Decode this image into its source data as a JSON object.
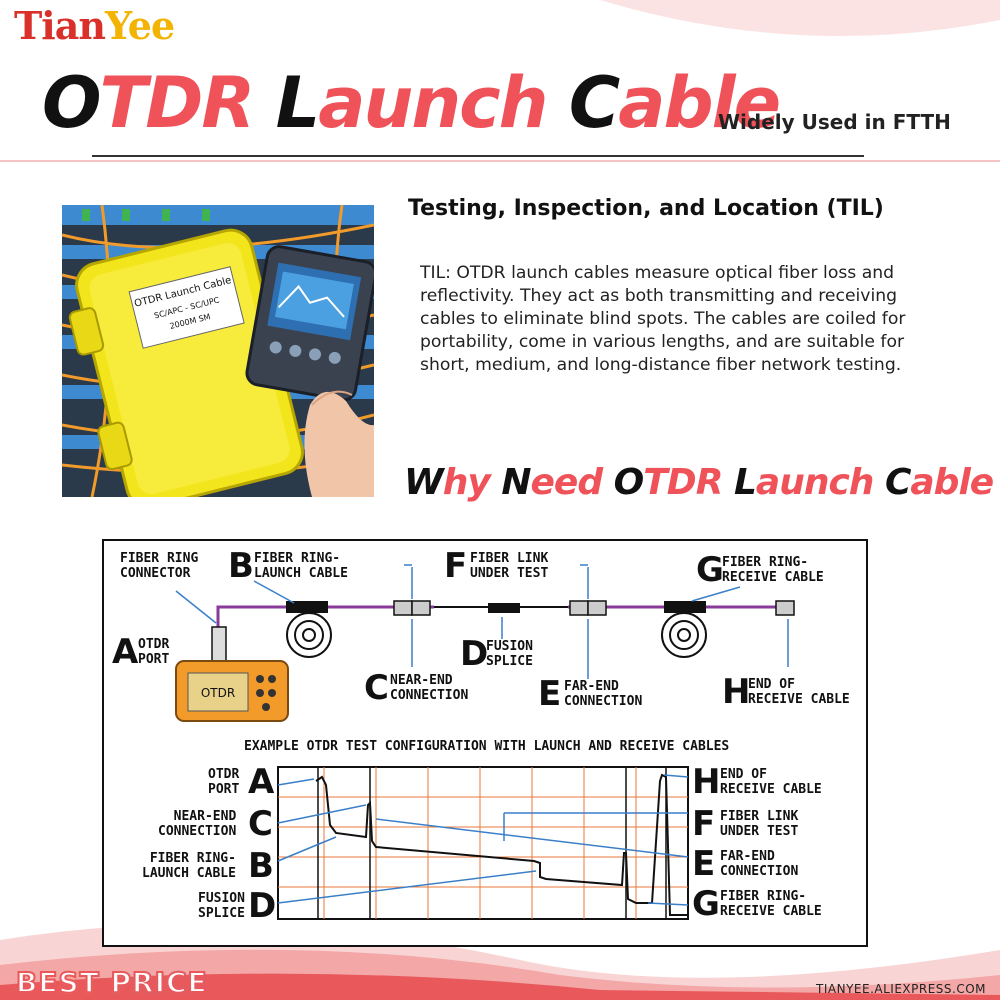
{
  "brand": {
    "part1": "Tian",
    "part2": "Yee"
  },
  "title": {
    "w1a": "O",
    "w1b": "TDR",
    "w2a": "L",
    "w2b": "aunch",
    "w3a": "C",
    "w3b": "able"
  },
  "subtitle": "Widely Used in FTTH",
  "photo": {
    "label_line1": "OTDR Launch Cable",
    "label_line2": "SC/APC - SC/UPC",
    "label_line3": "2000M SM"
  },
  "section_heading": "Testing, Inspection, and Location (TIL)",
  "paragraph": "TIL: OTDR launch cables measure optical fiber loss and reflectivity. They act as both transmitting and receiving cables to eliminate blind spots. The cables are coiled for portability, come in various lengths, and are suitable for short, medium, and long-distance fiber network testing.",
  "why": {
    "a1": "W",
    "a2": "hy ",
    "b1": "N",
    "b2": "eed ",
    "c1": "O",
    "c2": "TDR ",
    "d1": "L",
    "d2": "aunch ",
    "e1": "C",
    "e2": "able ?"
  },
  "diagram": {
    "fiber_ring_connector": "FIBER RING\nCONNECTOR",
    "A_letter": "A",
    "A_label": "OTDR\nPORT",
    "B_letter": "B",
    "B_label": "FIBER RING-\nLAUNCH CABLE",
    "C_letter": "C",
    "C_label": "NEAR-END\nCONNECTION",
    "D_letter": "D",
    "D_label": "FUSION\nSPLICE",
    "E_letter": "E",
    "E_label": "FAR-END\nCONNECTION",
    "F_letter": "F",
    "F_label": "FIBER LINK\nUNDER TEST",
    "G_letter": "G",
    "G_label": "FIBER RING-\nRECEIVE CABLE",
    "H_letter": "H",
    "H_label": "END OF\nRECEIVE CABLE",
    "otdr_device": "OTDR",
    "config_title": "EXAMPLE OTDR TEST CONFIGURATION WITH LAUNCH AND RECEIVE CABLES",
    "trace_left": [
      {
        "letter": "A",
        "label": "OTDR\nPORT"
      },
      {
        "letter": "C",
        "label": "NEAR-END\nCONNECTION"
      },
      {
        "letter": "B",
        "label": "FIBER RING-\nLAUNCH CABLE"
      },
      {
        "letter": "D",
        "label": "FUSION\nSPLICE"
      }
    ],
    "trace_right": [
      {
        "letter": "H",
        "label": "END OF\nRECEIVE CABLE"
      },
      {
        "letter": "F",
        "label": "FIBER LINK\nUNDER TEST"
      },
      {
        "letter": "E",
        "label": "FAR-END\nCONNECTION"
      },
      {
        "letter": "G",
        "label": "FIBER RING-\nRECEIVE CABLE"
      }
    ]
  },
  "footer": {
    "badge": "BEST PRICE",
    "url": "TIANYEE.ALIEXPRESS.COM"
  },
  "colors": {
    "accent": "#f0525a",
    "fiber": "#8a3a9a",
    "grid": "#e87a3a",
    "brand_red": "#d9302a",
    "brand_yellow": "#f2b400"
  }
}
